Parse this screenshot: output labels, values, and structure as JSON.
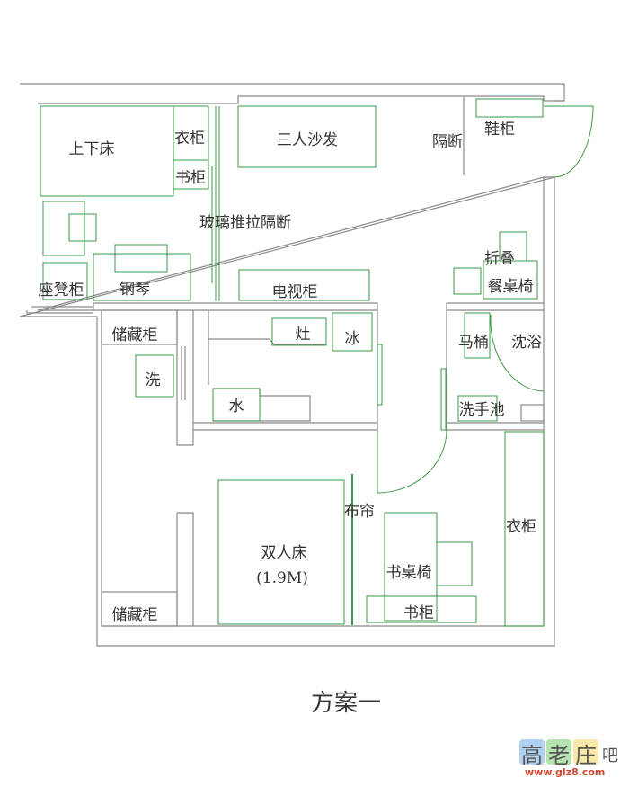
{
  "title": "方案一",
  "colors": {
    "furniture": "#3a9a46",
    "wall": "#8a8a8a"
  },
  "labels": {
    "bunk_bed": "上下床",
    "wardrobe_1": "衣柜",
    "bookcase_1": "书柜",
    "sofa": "三人沙发",
    "partition": "隔断",
    "shoe_cabinet": "鞋柜",
    "glass_partition": "玻璃推拉隔断",
    "bench_cabinet": "座凳柜",
    "piano": "钢琴",
    "tv_cabinet": "电视柜",
    "folding_1": "折叠",
    "folding_2": "餐桌椅",
    "storage_1": "储藏柜",
    "washer": "洗",
    "stove": "灶",
    "fridge": "冰",
    "sink": "水",
    "toilet": "马桶",
    "shower": "沈浴",
    "basin": "洗手池",
    "curtain": "布帘",
    "double_bed": "双人床",
    "double_bed_size": "(1.9M)",
    "desk_chair": "书桌椅",
    "bookcase_2": "书柜",
    "wardrobe_2": "衣柜",
    "storage_2": "储藏柜"
  },
  "watermark": {
    "chars": [
      "高",
      "老",
      "庄"
    ],
    "suffix": "吧",
    "url": "www.glz8.com"
  }
}
